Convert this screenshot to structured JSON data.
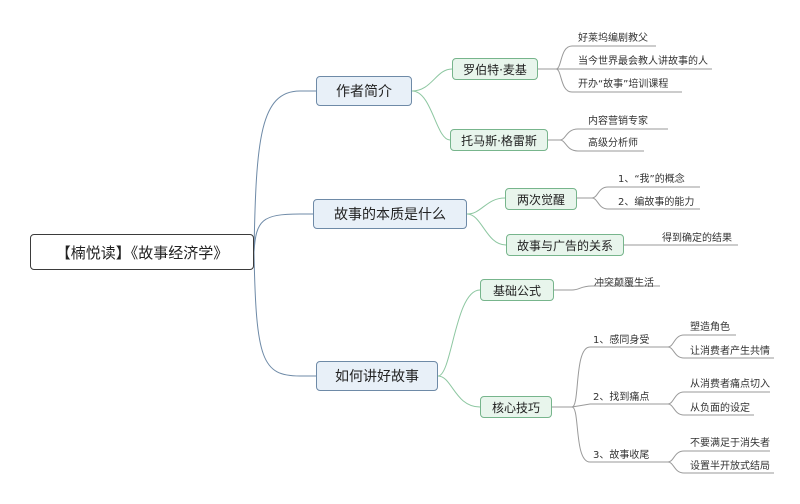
{
  "root": "【楠悦读】《故事经济学》",
  "branches": [
    {
      "label": "作者简介",
      "children": [
        {
          "label": "罗伯特·麦基",
          "leaves": [
            "好莱坞编剧教父",
            "当今世界最会教人讲故事的人",
            "开办“故事”培训课程"
          ]
        },
        {
          "label": "托马斯·格雷斯",
          "leaves": [
            "内容营销专家",
            "高级分析师"
          ]
        }
      ]
    },
    {
      "label": "故事的本质是什么",
      "children": [
        {
          "label": "两次觉醒",
          "leaves": [
            "1、“我”的概念",
            "2、编故事的能力"
          ]
        },
        {
          "label": "故事与广告的关系",
          "leaves": [
            "得到确定的结果"
          ]
        }
      ]
    },
    {
      "label": "如何讲好故事",
      "children": [
        {
          "label": "基础公式",
          "leaves": [
            "冲突颠覆生活"
          ]
        },
        {
          "label": "核心技巧",
          "sub": [
            {
              "label": "1、感同身受",
              "leaves": [
                "塑造角色",
                "让消费者产生共情"
              ]
            },
            {
              "label": "2、找到痛点",
              "leaves": [
                "从消费者痛点切入",
                "从负面的设定"
              ]
            },
            {
              "label": "3、故事收尾",
              "leaves": [
                "不要满足于消失者",
                "设置半开放式结局"
              ]
            }
          ]
        }
      ]
    }
  ]
}
